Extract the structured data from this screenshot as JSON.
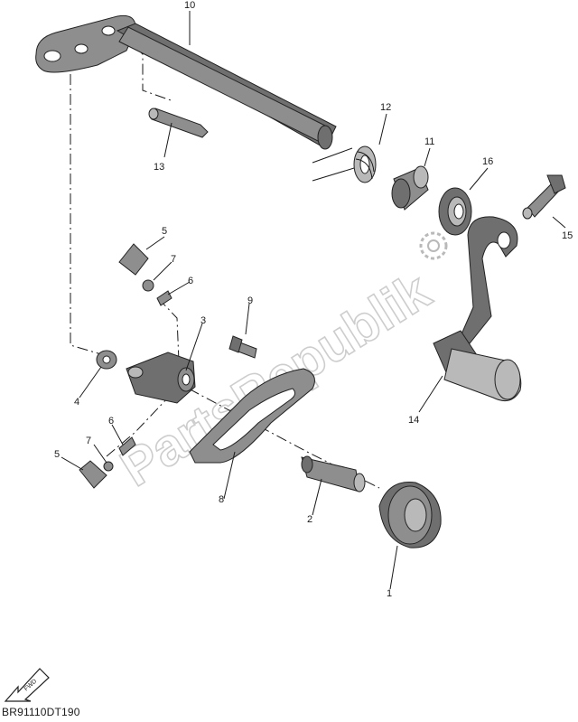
{
  "diagram": {
    "callouts": [
      {
        "id": "1",
        "label": "1"
      },
      {
        "id": "2",
        "label": "2"
      },
      {
        "id": "3",
        "label": "3"
      },
      {
        "id": "4",
        "label": "4"
      },
      {
        "id": "5a",
        "label": "5"
      },
      {
        "id": "5b",
        "label": "5"
      },
      {
        "id": "6a",
        "label": "6"
      },
      {
        "id": "6b",
        "label": "6"
      },
      {
        "id": "7a",
        "label": "7"
      },
      {
        "id": "7b",
        "label": "7"
      },
      {
        "id": "8",
        "label": "8"
      },
      {
        "id": "9",
        "label": "9"
      },
      {
        "id": "10",
        "label": "10"
      },
      {
        "id": "11",
        "label": "11"
      },
      {
        "id": "12",
        "label": "12"
      },
      {
        "id": "13",
        "label": "13"
      },
      {
        "id": "14",
        "label": "14"
      },
      {
        "id": "15",
        "label": "15"
      },
      {
        "id": "16",
        "label": "16"
      }
    ],
    "diagram_code": "BR91110DT190",
    "watermark_text": "PartsRepublik",
    "front_arrow_label": "FWD"
  }
}
